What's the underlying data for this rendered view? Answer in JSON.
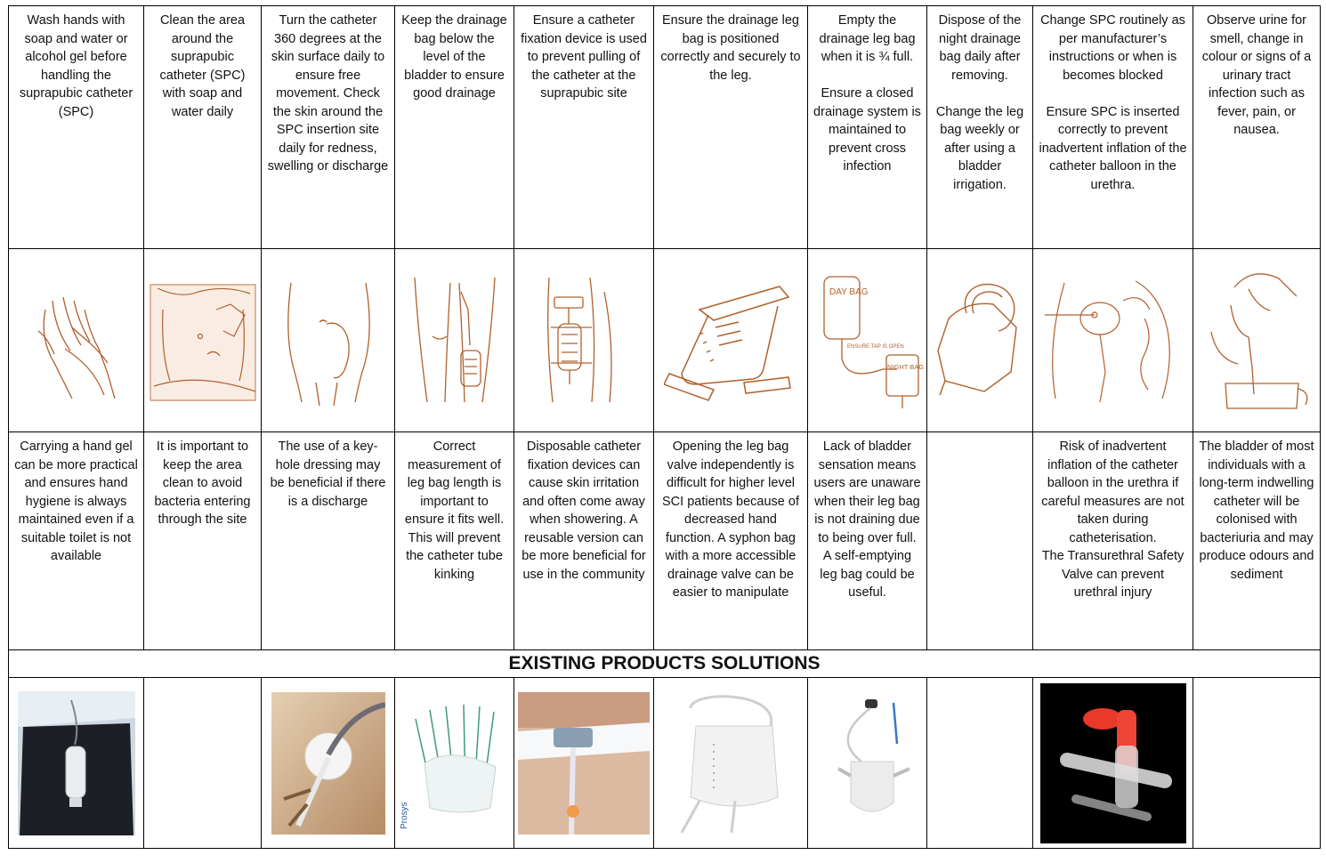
{
  "steps": [
    "Wash hands with soap and water or alcohol gel before handling the suprapubic catheter (SPC)",
    "Clean the area around the suprapubic catheter (SPC) with soap and water daily",
    "Turn the catheter 360 degrees at the skin surface daily to ensure free movement. Check the skin around the SPC insertion site daily for redness, swelling or discharge",
    "Keep the drainage bag below the level of the bladder to ensure good drainage",
    "Ensure a catheter fixation device is used to prevent pulling of the catheter at the suprapubic site",
    "Ensure the drainage leg bag is positioned correctly and securely to the leg.",
    "Empty the drainage leg bag when it is ¾ full.\n\nEnsure a closed drainage system is maintained to prevent cross infection",
    "Dispose of the night drainage bag daily after removing.\n\nChange the leg bag weekly or after using a bladder irrigation.",
    "Change SPC routinely as per manufacturer’s instructions or when is becomes blocked\n\nEnsure SPC is inserted correctly to prevent inadvertent inflation of the catheter balloon in the urethra.",
    "Observe urine for smell, change in colour or signs of a urinary tract infection such as fever, pain, or nausea."
  ],
  "illustrations": [
    {
      "icon": "hands-washing-icon"
    },
    {
      "icon": "abdomen-cleaning-icon"
    },
    {
      "icon": "abdomen-catheter-icon"
    },
    {
      "icon": "legs-drainage-bag-icon"
    },
    {
      "icon": "thigh-fixation-device-icon"
    },
    {
      "icon": "leg-bag-straps-icon"
    },
    {
      "icon": "day-night-bag-icon",
      "labels": {
        "day": "DAY BAG",
        "tap": "ENSURE TAP IS OPEN",
        "night": "NIGHT BAG"
      }
    },
    {
      "icon": "night-drainage-bag-icon"
    },
    {
      "icon": "pelvis-cross-section-icon"
    },
    {
      "icon": "urine-sample-jug-icon"
    }
  ],
  "considerations": [
    "Carrying a hand gel can be more practical and ensures hand hygiene is always maintained even if a suitable toilet is not available",
    "It is important to keep the area clean to avoid bacteria entering through the site",
    "The use of a key-hole dressing may be beneficial if there is a discharge",
    "Correct measurement of leg bag length is important to ensure it fits well. This will prevent the catheter tube kinking",
    "Disposable catheter fixation devices can cause skin irritation and often come away when showering. A reusable version can be more beneficial for use in the community",
    "Opening the leg bag valve independently is difficult for higher level SCI patients because of decreased hand function. A syphon bag with a more accessible drainage valve can be easier to manipulate",
    "Lack of bladder sensation means users are unaware when their leg bag is not draining due to being over full.\nA self-emptying leg bag could be useful.",
    "",
    "Risk of inadvertent inflation of the catheter balloon in the urethra if careful measures are not taken during catheterisation.\nThe Transurethral Safety Valve can prevent urethral injury",
    "The bladder of most individuals with a long-term indwelling catheter will be colonised with bacteriuria and may produce odours and sediment"
  ],
  "banner": "EXISTING PRODUCTS SOLUTIONS",
  "products": [
    {
      "icon": "hand-gel-bag-photo"
    },
    {
      "icon": ""
    },
    {
      "icon": "keyhole-dressing-photo"
    },
    {
      "icon": "leg-bags-photo",
      "brand": "Prosys"
    },
    {
      "icon": "fixation-strap-photo"
    },
    {
      "icon": "syphon-bag-photo"
    },
    {
      "icon": "self-emptying-bag-photo"
    },
    {
      "icon": ""
    },
    {
      "icon": "safety-valve-photo"
    },
    {
      "icon": ""
    }
  ],
  "colors": {
    "illustration": "#b0602c",
    "border": "#000000"
  }
}
